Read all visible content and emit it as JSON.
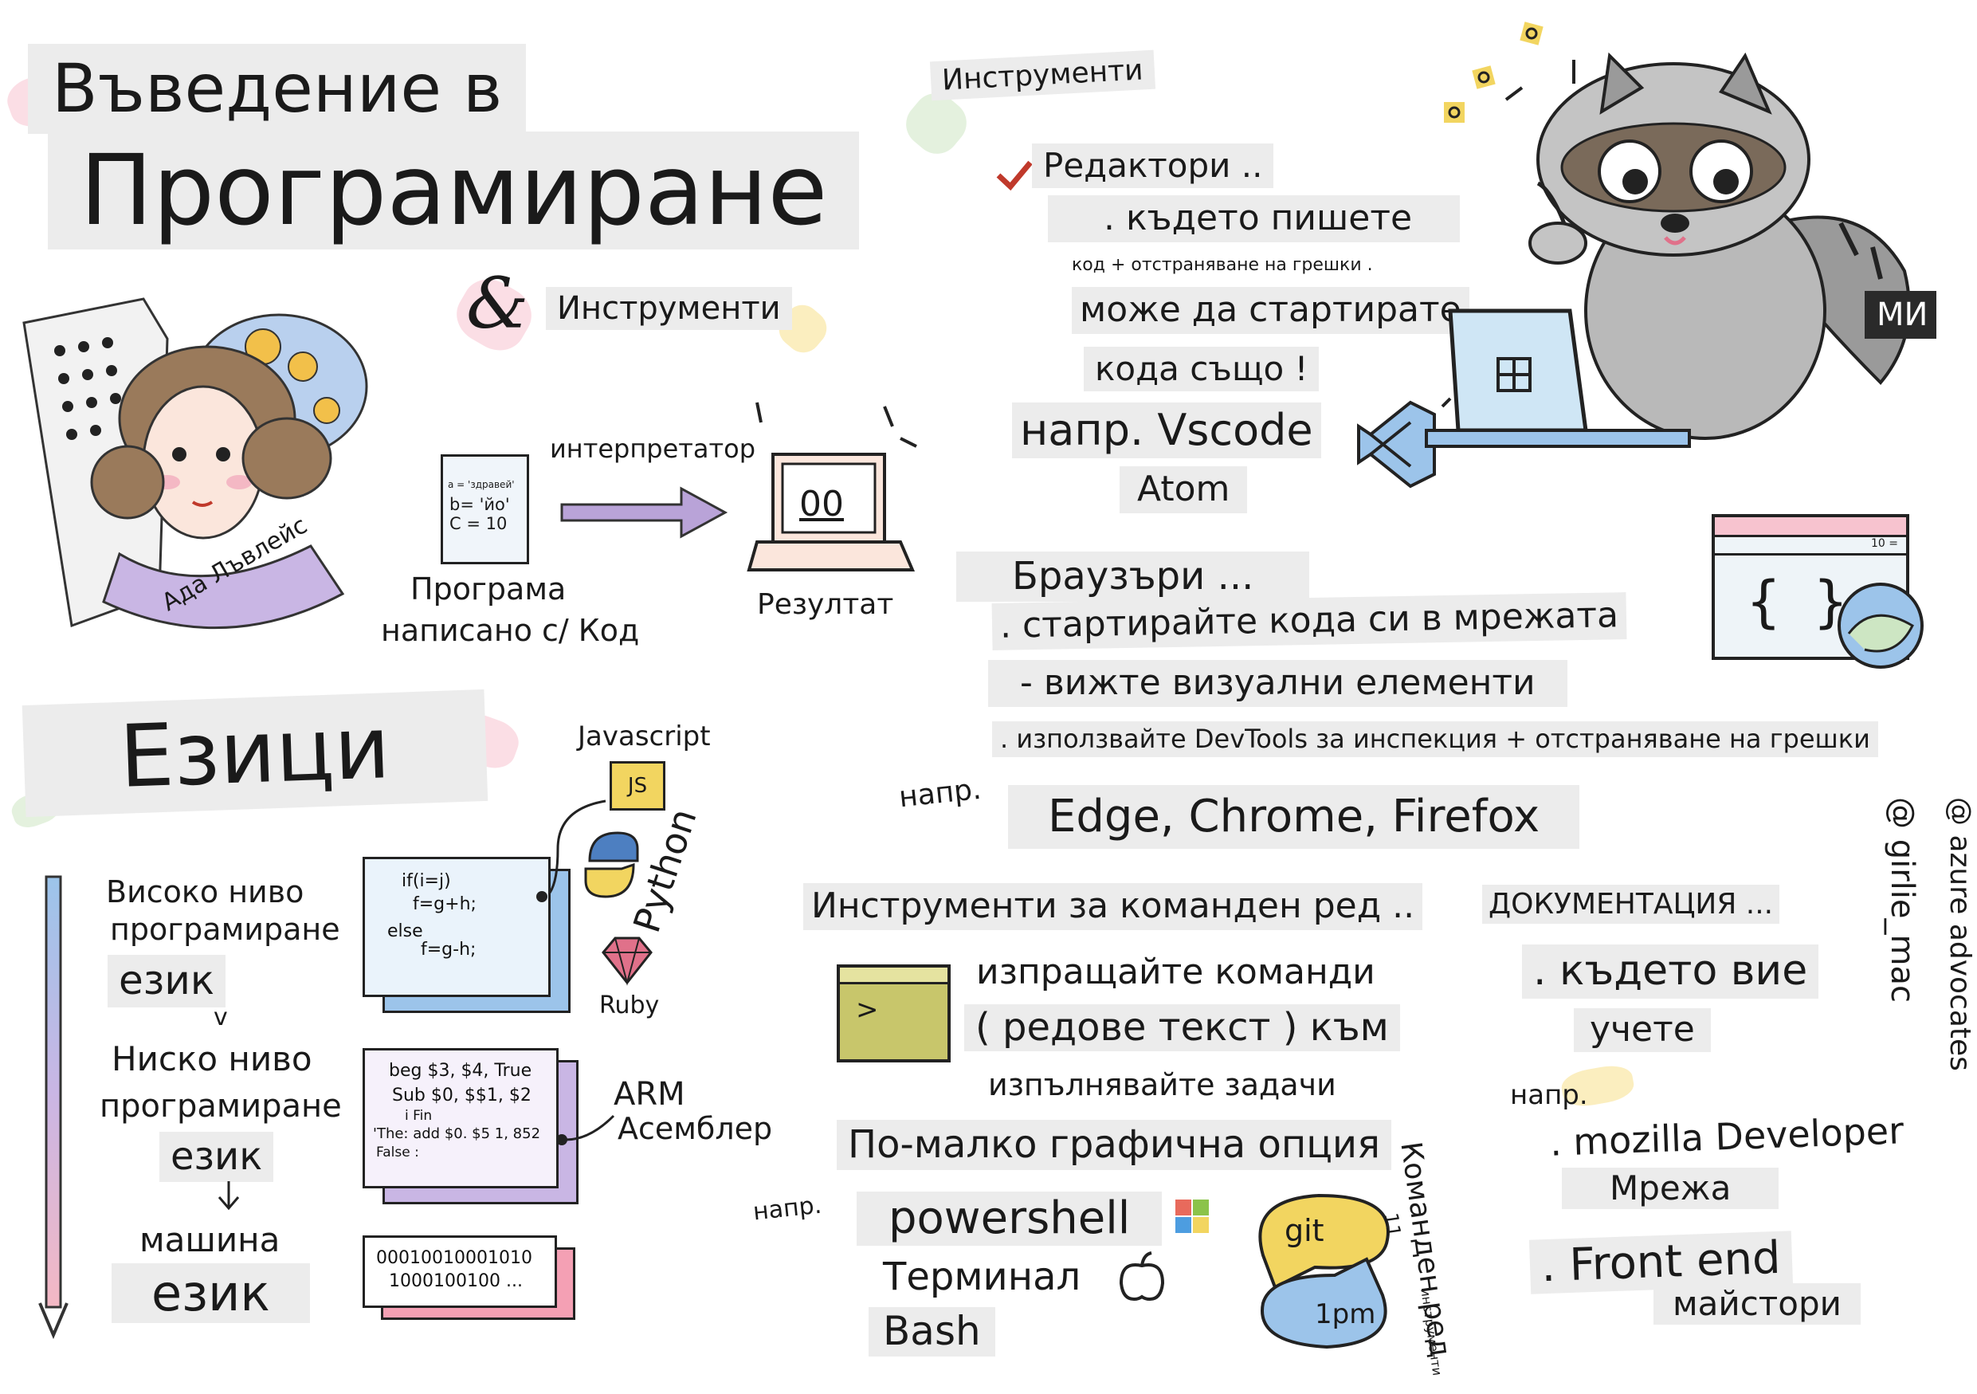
{
  "title": {
    "line1": "Въведение в",
    "line2": "Програмиране"
  },
  "ampersand": "&",
  "tools_heading": "Инструменти",
  "ada_label": "Ада Лъвлейс",
  "flow": {
    "program_file_lines": [
      "a = 'здравей'",
      "b= 'йо'",
      "C = 10"
    ],
    "interpreter": "интерпретатор",
    "program_line1": "Програма",
    "program_line2": "написано с/ Код",
    "screen_text": "00",
    "result": "Резултат"
  },
  "languages": {
    "heading": "Езици",
    "high_line1": "Високо ниво",
    "high_line2": "програмиране",
    "high_line3": "език",
    "v": "v",
    "low_line1": "Ниско ниво",
    "low_line2": "програмиране",
    "low_line3": "език",
    "machine_line1": "машина",
    "machine_line2": "език",
    "code_high": [
      "if(i=j)",
      "f=g+h;",
      "else",
      "f=g-h;"
    ],
    "code_low": [
      "beg $3, $4, True",
      "Sub $0, $$1, $2",
      "i Fin",
      "'The: add $0. $5 1, 852",
      "False :"
    ],
    "code_machine": [
      "00010010001010",
      "1000100100 ..."
    ],
    "javascript": "Javascript",
    "js_badge": "JS",
    "python": "Python",
    "ruby": "Ruby",
    "arm": "ARM",
    "assembler": "Асемблер"
  },
  "editors": {
    "section_label": "Инструменти",
    "heading": "Редактори ..",
    "line1": ". където пишете",
    "line2": "код + отстраняване на грешки .",
    "line3": "може да стартирате",
    "line4": "кода също !",
    "example_prefix": "напр.",
    "example1": "Vscode",
    "example2": "Atom"
  },
  "raccoon_badge": "МИ",
  "browsers": {
    "heading": "Браузъри ...",
    "line1": ". стартирайте кода си в мрежата",
    "line2": "- вижте визуални елементи",
    "line3": ". използвайте DevTools за инспекция + отстраняване на грешки",
    "eg": "напр.",
    "examples": "Edge, Chrome, Firefox",
    "window_counter": "10 ="
  },
  "cli": {
    "heading": "Инструменти за команден ред ..",
    "line1": "изпращайте команди",
    "line2": "( редове текст ) към",
    "line3": "изпълнявайте задачи",
    "line4": "По-малко графична опция",
    "eg": "напр.",
    "ex1": "powershell",
    "ex2": "Терминал",
    "ex3": "Bash",
    "prompt": ">",
    "bubble1": "git",
    "bubble2": "1pm",
    "side_label": "Команден ред",
    "side_small": "инструменти",
    "side_num": "11"
  },
  "docs": {
    "heading": "ДОКУМЕНТАЦИЯ ...",
    "line1": ". където вие",
    "line2": "учете",
    "eg": "напр.",
    "ex1": ". mozilla Developer",
    "ex2": "Мрежа",
    "line3": ". Front end",
    "line4": "майстори"
  },
  "credits": {
    "line1": "@ azure advocates",
    "line2": "@ girlie_mac"
  },
  "colors": {
    "label_bg": "#ececec",
    "pink": "#f4b8c4",
    "blue": "#cfe6f5",
    "purple": "#b9a3d8",
    "yellow": "#f2d560",
    "olive": "#c8c66b",
    "green": "#cde6c3"
  }
}
